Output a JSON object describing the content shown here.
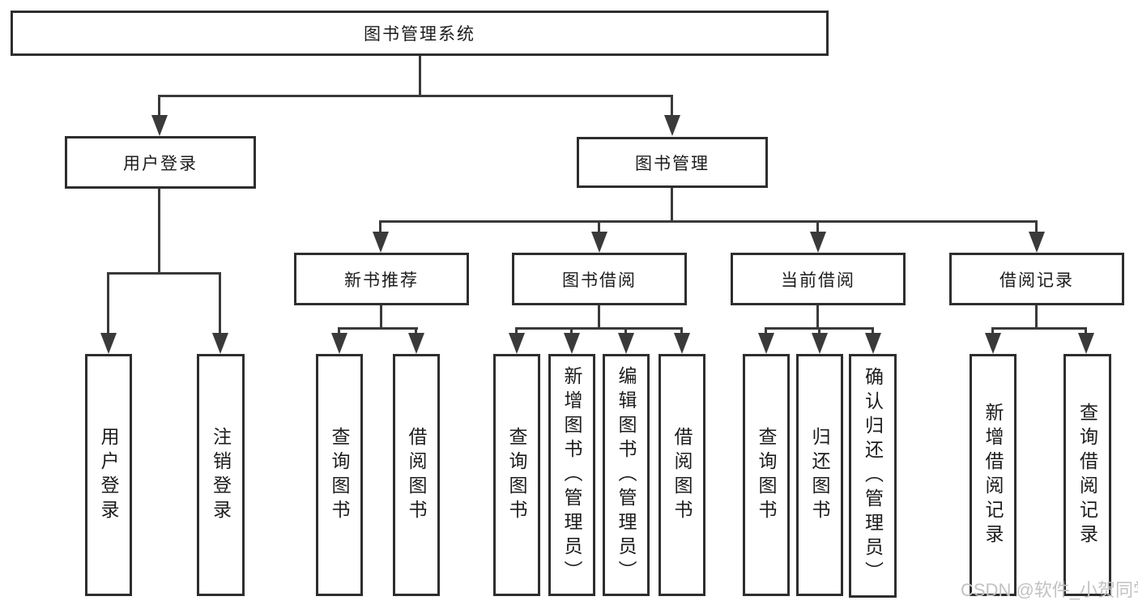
{
  "watermark": "CSDN @软件_小贺同学",
  "colors": {
    "background": "#ffffff",
    "box_border": "#2e2e2e",
    "line": "#3a3a3a",
    "text": "#1c1c1c",
    "watermark": "#c2c2c2"
  },
  "tree": {
    "root": {
      "label": "图书管理系统"
    },
    "level2": [
      {
        "label": "用户登录",
        "children": [
          "用户登录",
          "注销登录"
        ]
      },
      {
        "label": "图书管理",
        "children": [
          {
            "label": "新书推荐",
            "children": [
              "查询图书",
              "借阅图书"
            ]
          },
          {
            "label": "图书借阅",
            "children": [
              "查询图书",
              "新增图书（管理员）",
              "编辑图书（管理员）",
              "借阅图书"
            ]
          },
          {
            "label": "当前借阅",
            "children": [
              "查询图书",
              "归还图书",
              "确认归还（管理员）"
            ]
          },
          {
            "label": "借阅记录",
            "children": [
              "新增借阅记录",
              "查询借阅记录"
            ]
          }
        ]
      }
    ]
  }
}
